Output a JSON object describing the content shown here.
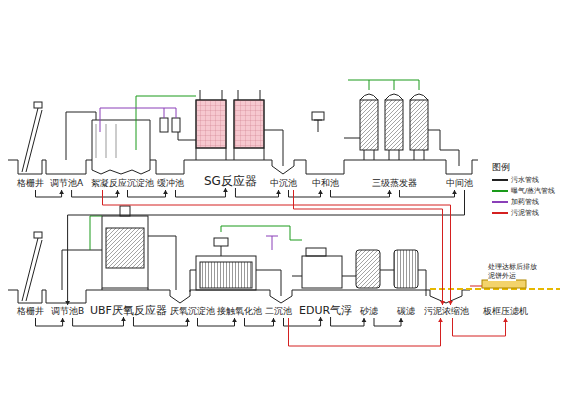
{
  "diagram": {
    "nodes": [
      {
        "text": [
          "格栅井"
        ]
      },
      {
        "text": [
          "调节池A"
        ]
      },
      {
        "text": [
          "絮凝反应沉淀池"
        ]
      },
      {
        "text": [
          "缓冲池"
        ]
      },
      {
        "text": [
          "SG反应器"
        ]
      },
      {
        "text": [
          "中沉池"
        ]
      },
      {
        "text": [
          "中和池"
        ]
      },
      {
        "text": [
          "三级蒸发器"
        ]
      },
      {
        "text": [
          "中间池"
        ]
      },
      {
        "text": [
          "格栅井"
        ]
      },
      {
        "text": [
          "调节池B"
        ]
      },
      {
        "text": [
          "UBF厌氧反应器"
        ]
      },
      {
        "text": [
          "厌氧沉淀池"
        ]
      },
      {
        "text": [
          "接触氧化池"
        ]
      },
      {
        "text": [
          "二沉池"
        ]
      },
      {
        "text": [
          "EDUR气浮"
        ]
      },
      {
        "text": [
          "砂滤"
        ]
      },
      {
        "text": [
          "碳滤"
        ]
      },
      {
        "text": [
          "污泥浓缩池"
        ]
      },
      {
        "text": [
          "板框压滤机"
        ]
      }
    ],
    "edges": [
      {
        "from": 0,
        "to": 1,
        "arrow": "to"
      },
      {
        "from": 1,
        "to": 2,
        "arrow": "to"
      },
      {
        "from": 2,
        "to": 3,
        "arrow": "to"
      },
      {
        "from": 3,
        "to": 4,
        "arrow": "to"
      },
      {
        "from": 4,
        "to": 5,
        "arrow": "to"
      },
      {
        "from": 5,
        "to": 6,
        "arrow": "to"
      },
      {
        "from": 6,
        "to": 7,
        "arrow": "to"
      },
      {
        "from": 7,
        "to": 8,
        "arrow": "to"
      },
      {
        "from": 8,
        "to": 10,
        "arrow": "to"
      },
      {
        "from": 9,
        "to": 10,
        "arrow": "to"
      },
      {
        "from": 10,
        "to": 11,
        "arrow": "to"
      },
      {
        "from": 11,
        "to": 12,
        "arrow": "to"
      },
      {
        "from": 12,
        "to": 13,
        "arrow": "to"
      },
      {
        "from": 13,
        "to": 14,
        "arrow": "to"
      },
      {
        "from": 14,
        "to": 15,
        "arrow": "to"
      },
      {
        "from": 15,
        "to": 16,
        "arrow": "to"
      },
      {
        "from": 16,
        "to": 17,
        "arrow": "to"
      },
      {
        "from": 2,
        "to": 18,
        "arrow": "to"
      },
      {
        "from": 5,
        "to": 18,
        "arrow": "to"
      },
      {
        "from": 14,
        "to": 18,
        "arrow": "to"
      },
      {
        "from": 18,
        "to": 19,
        "arrow": "to"
      }
    ],
    "labels": [
      "图例",
      "处理达标后排放",
      "泥饼外运"
    ],
    "legend": [
      {
        "text": "污水管线",
        "color": "#222222"
      },
      {
        "text": "曝气/蒸汽管线",
        "color": "#1a9a1a"
      },
      {
        "text": "加药管线",
        "color": "#8a3fb8"
      },
      {
        "text": "污泥管线",
        "color": "#d42020"
      }
    ]
  }
}
